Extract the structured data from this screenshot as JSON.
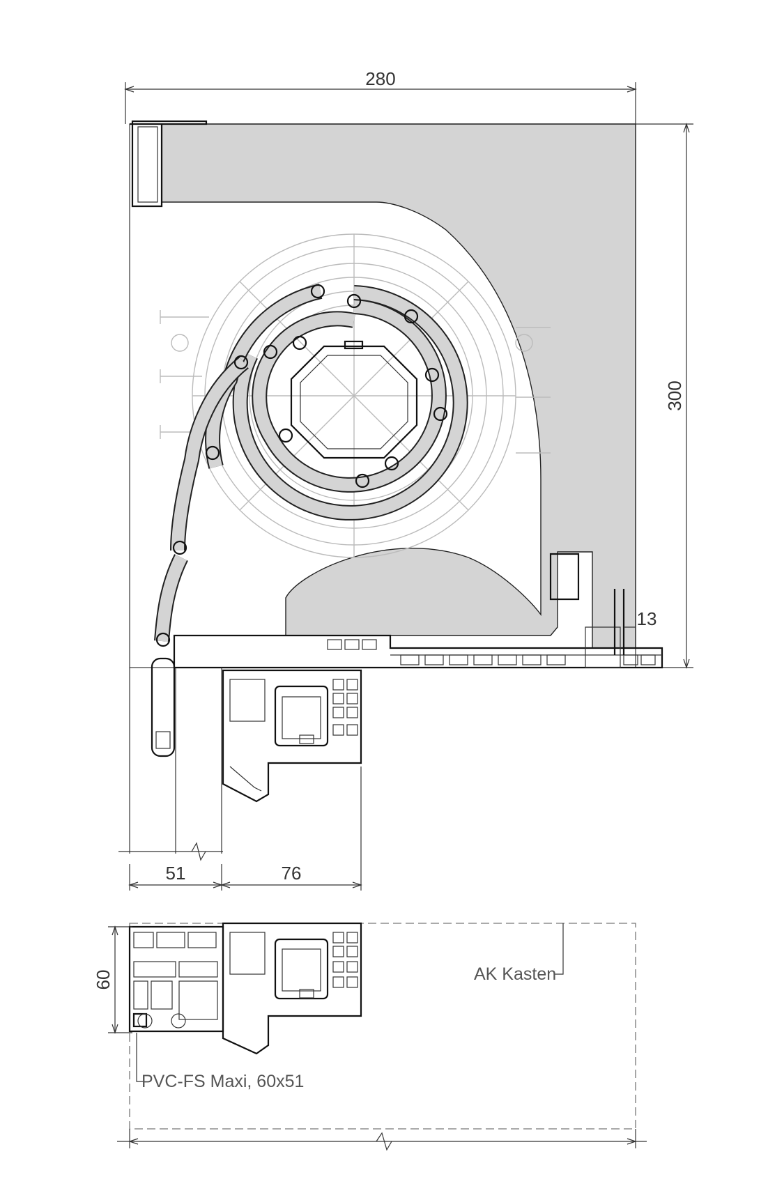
{
  "drawing": {
    "dimensions": {
      "box_width": "280",
      "box_height": "300",
      "rail_width": "13",
      "shutter_depth": "51",
      "frame_depth": "76",
      "section_height": "60"
    },
    "labels": {
      "ak_kasten": "AK Kasten",
      "pvc_fs": "PVC-FS Maxi, 60x51"
    }
  }
}
